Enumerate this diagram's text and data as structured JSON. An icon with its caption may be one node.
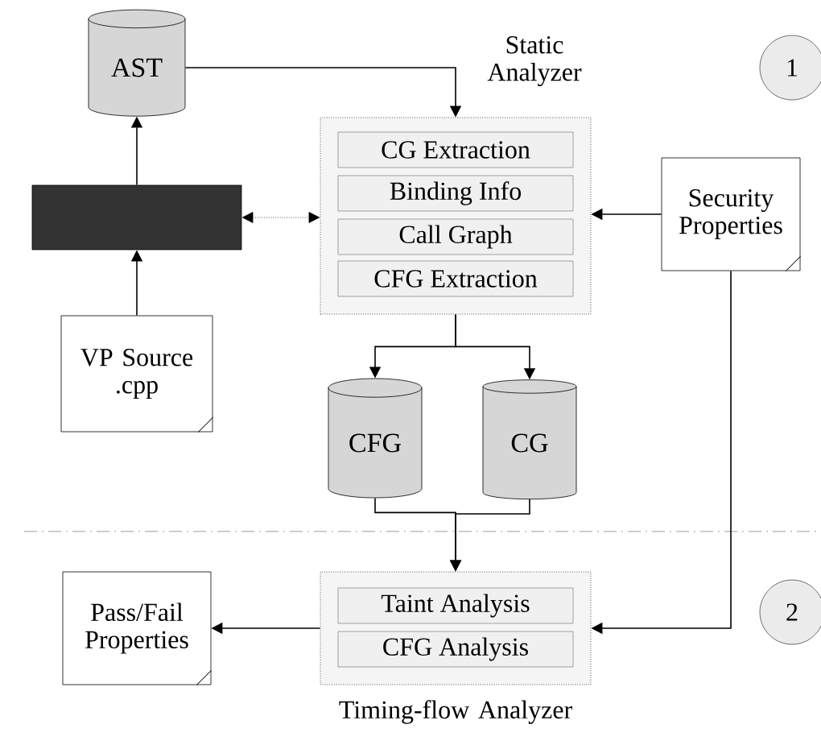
{
  "diagram": {
    "nodes": [
      {
        "text": [
          "AST"
        ]
      },
      {
        "text": [],
        "shape": "box"
      },
      {
        "text": [
          "VP Source .cpp"
        ]
      },
      {
        "text": [
          "Static Analyzer"
        ]
      },
      {
        "text": [
          "CG Extraction"
        ],
        "in": 3
      },
      {
        "text": [
          "Binding Info"
        ],
        "in": 3
      },
      {
        "text": [
          "Call Graph"
        ],
        "in": 3
      },
      {
        "text": [
          "CFG Extraction"
        ],
        "in": 3
      },
      {
        "text": [
          "Security Properties"
        ]
      },
      {
        "text": [
          "CFG"
        ]
      },
      {
        "text": [
          "CG"
        ]
      },
      {
        "text": [
          "Timing-flow Analyzer"
        ]
      },
      {
        "text": [
          "Taint Analysis"
        ],
        "in": 11
      },
      {
        "text": [
          "CFG Analysis"
        ],
        "in": 11
      },
      {
        "text": [
          "Pass/Fail Properties"
        ]
      },
      {
        "text": [
          "1"
        ]
      },
      {
        "text": [
          "2"
        ]
      }
    ],
    "edges": [
      {
        "from": 0,
        "to": 3,
        "arrow": "to"
      },
      {
        "from": 1,
        "to": 0,
        "arrow": "to"
      },
      {
        "from": 2,
        "to": 1,
        "arrow": "to"
      },
      {
        "from": 1,
        "to": 3,
        "arrow": "both",
        "style": "dashed"
      },
      {
        "from": 8,
        "to": 3,
        "arrow": "to"
      },
      {
        "from": 3,
        "to": 9,
        "arrow": "to"
      },
      {
        "from": 3,
        "to": 10,
        "arrow": "to"
      },
      {
        "from": 9,
        "to": 11,
        "arrow": "to"
      },
      {
        "from": 10,
        "to": 11,
        "arrow": "to"
      },
      {
        "from": 8,
        "to": 11,
        "arrow": "to"
      },
      {
        "from": 11,
        "to": 14,
        "arrow": "to"
      }
    ]
  }
}
